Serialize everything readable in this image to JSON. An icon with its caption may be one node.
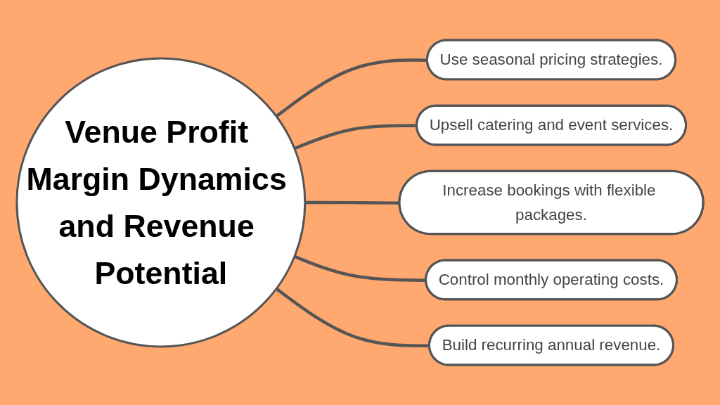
{
  "diagram": {
    "nodes": [
      {
        "text": [
          "Venue Profit Margin Dynamics and Revenue Potential"
        ]
      },
      {
        "text": [
          "Use seasonal pricing strategies."
        ]
      },
      {
        "text": [
          "Upsell catering and event services."
        ]
      },
      {
        "text": [
          "Increase bookings with flexible packages."
        ]
      },
      {
        "text": [
          "Control monthly operating costs."
        ]
      },
      {
        "text": [
          "Build recurring annual revenue."
        ]
      }
    ],
    "edges": [
      {
        "from": 0,
        "to": 1,
        "arrow": "none"
      },
      {
        "from": 0,
        "to": 2,
        "arrow": "none"
      },
      {
        "from": 0,
        "to": 3,
        "arrow": "none"
      },
      {
        "from": 0,
        "to": 4,
        "arrow": "none"
      },
      {
        "from": 0,
        "to": 5,
        "arrow": "none"
      }
    ]
  }
}
